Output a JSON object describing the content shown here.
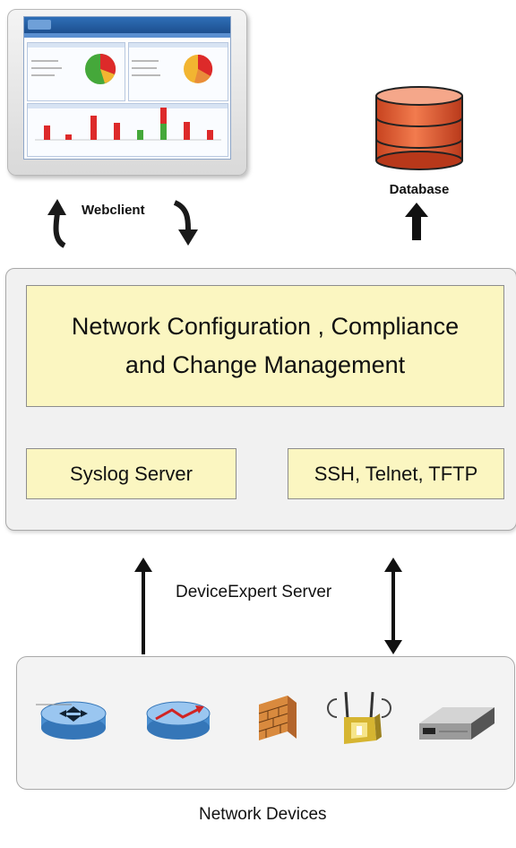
{
  "webclient": {
    "label": "Webclient"
  },
  "database": {
    "label": "Database"
  },
  "server": {
    "main_module": "Network Configuration , Compliance and Change Management",
    "syslog": "Syslog Server",
    "protocols": "SSH, Telnet, TFTP",
    "label": "DeviceExpert Server"
  },
  "devices": {
    "label": "Network Devices",
    "icons": [
      "router-icon",
      "switch-icon",
      "firewall-icon",
      "wireless-access-point-icon",
      "server-appliance-icon"
    ]
  },
  "colors": {
    "module_fill": "#fbf6c1",
    "database_orange": "#e8643a",
    "chart_red": "#dd2a2a",
    "chart_green": "#45a83a"
  }
}
